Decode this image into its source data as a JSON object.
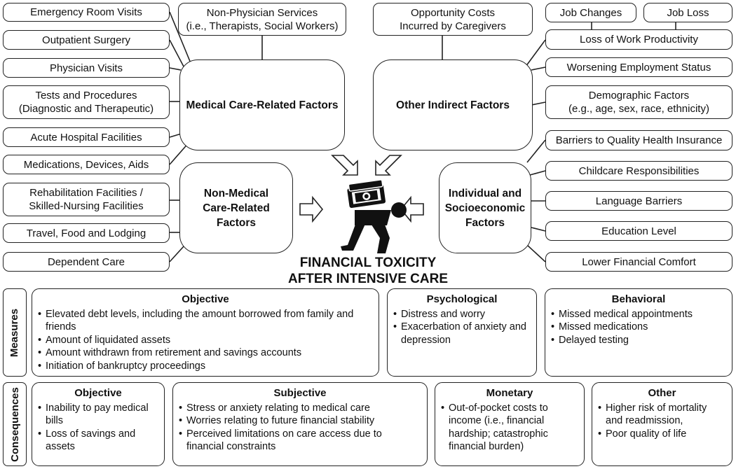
{
  "medical_factors": {
    "heading": "Medical Care-Related Factors",
    "items": [
      "Emergency Room Visits",
      "Outpatient Surgery",
      "Physician Visits",
      "Tests and Procedures",
      "(Diagnostic and Therapeutic)",
      "Acute Hospital Facilities",
      "Medications, Devices, Aids"
    ],
    "top_item_line1": "Non-Physician Services",
    "top_item_line2": "(i.e., Therapists, Social Workers)"
  },
  "nonmedical_factors": {
    "heading_line1": "Non-Medical",
    "heading_line2": "Care-Related",
    "heading_line3": "Factors",
    "items": [
      "Rehabilitation Facilities /",
      "Skilled-Nursing Facilities",
      "Travel, Food and Lodging",
      "Dependent Care"
    ]
  },
  "indirect_factors": {
    "heading": "Other Indirect Factors",
    "opportunity_line1": "Opportunity Costs",
    "opportunity_line2": "Incurred by Caregivers",
    "items": [
      "Job Changes",
      "Job Loss",
      "Loss of Work Productivity",
      "Worsening Employment Status"
    ]
  },
  "individual_factors": {
    "heading_line1": "Individual and",
    "heading_line2": "Socioeconomic",
    "heading_line3": "Factors",
    "items": [
      "Demographic Factors",
      "(e.g., age, sex, race, ethnicity)",
      "Barriers to Quality Health Insurance",
      "Childcare Responsibilities",
      "Language Barriers",
      "Education Level",
      "Lower Financial Comfort"
    ]
  },
  "center_title_line1": "FINANCIAL TOXICITY",
  "center_title_line2": "AFTER INTENSIVE CARE",
  "measures": {
    "label": "Measures",
    "objective": {
      "heading": "Objective",
      "items": [
        "Elevated debt levels, including the amount borrowed from family and friends",
        "Amount of liquidated assets",
        "Amount withdrawn from retirement and savings accounts",
        "Initiation of bankruptcy proceedings"
      ]
    },
    "psychological": {
      "heading": "Psychological",
      "items": [
        "Distress and worry",
        "Exacerbation of anxiety and depression"
      ]
    },
    "behavioral": {
      "heading": "Behavioral",
      "items": [
        "Missed medical appointments",
        "Missed medications",
        "Delayed testing"
      ]
    }
  },
  "consequences": {
    "label": "Consequences",
    "objective": {
      "heading": "Objective",
      "items": [
        "Inability to pay medical bills",
        "Loss of savings and assets"
      ]
    },
    "subjective": {
      "heading": "Subjective",
      "items": [
        "Stress or anxiety relating to medical care",
        "Worries relating to future financial stability",
        "Perceived limitations on care access due to financial constraints"
      ]
    },
    "monetary": {
      "heading": "Monetary",
      "items": [
        "Out-of-pocket costs to income (i.e., financial hardship; catastrophic financial burden)"
      ]
    },
    "other": {
      "heading": "Other",
      "items": [
        "Higher risk of mortality and readmission,",
        "Poor quality of life"
      ]
    }
  }
}
